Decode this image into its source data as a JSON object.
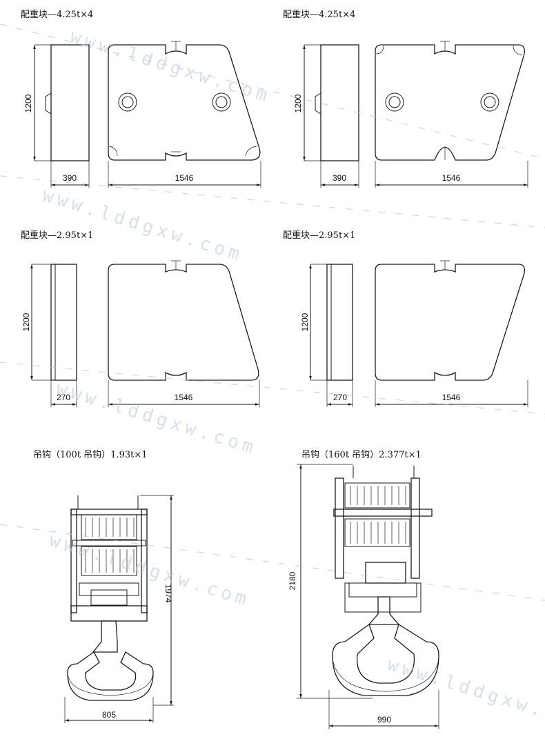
{
  "panels": [
    {
      "caption": "配重块—4.25t×4",
      "height_dim": "1200",
      "side_width_dim": "390",
      "front_width_dim": "1546"
    },
    {
      "caption": "配重块—4.25t×4",
      "height_dim": "1200",
      "side_width_dim": "390",
      "front_width_dim": "1546"
    },
    {
      "caption": "配重块—2.95t×1",
      "height_dim": "1200",
      "side_width_dim": "270",
      "front_width_dim": "1546"
    },
    {
      "caption": "配重块—2.95t×1",
      "height_dim": "1200",
      "side_width_dim": "270",
      "front_width_dim": "1546"
    }
  ],
  "hooks": [
    {
      "caption": "吊钩（100t 吊钩）1.93t×1",
      "height_dim": "1974",
      "width_dim": "805"
    },
    {
      "caption": "吊钩（160t 吊钩）2.377t×1",
      "height_dim": "2180",
      "width_dim": "990"
    }
  ],
  "watermark": "www.lddgxw.com"
}
